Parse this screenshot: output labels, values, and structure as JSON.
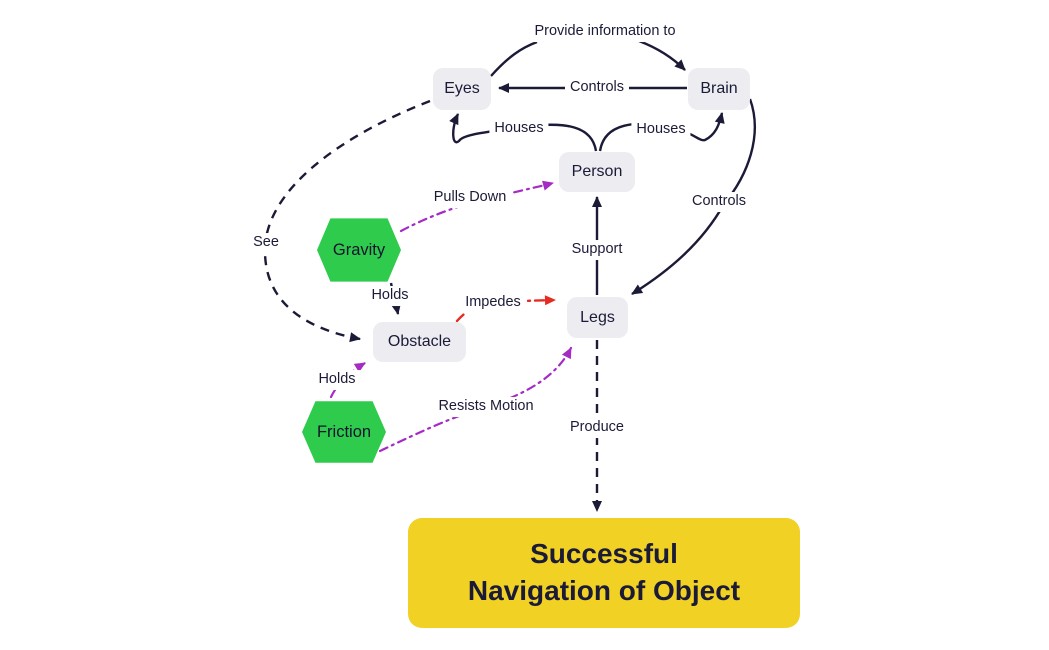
{
  "colors": {
    "ink": "#1b1b38",
    "node_fill": "#ececf1",
    "hexagon_fill": "#2fcb4d",
    "goal_fill": "#f0d124",
    "purple_edge": "#a42bc4",
    "red_edge": "#e62b22",
    "background": "#ffffff"
  },
  "nodes": {
    "eyes": {
      "label": "Eyes"
    },
    "brain": {
      "label": "Brain"
    },
    "person": {
      "label": "Person"
    },
    "legs": {
      "label": "Legs"
    },
    "obstacle": {
      "label": "Obstacle"
    },
    "gravity": {
      "label": "Gravity"
    },
    "friction": {
      "label": "Friction"
    },
    "goal": {
      "label_line1": "Successful",
      "label_line2": "Navigation of Object"
    }
  },
  "edges": {
    "provide_information": {
      "label": "Provide information to",
      "from": "Eyes",
      "to": "Brain",
      "style": "solid-navy"
    },
    "controls_eyes": {
      "label": "Controls",
      "from": "Brain",
      "to": "Eyes",
      "style": "solid-navy"
    },
    "houses_eyes": {
      "label": "Houses",
      "from": "Person",
      "to": "Eyes",
      "style": "solid-navy"
    },
    "houses_brain": {
      "label": "Houses",
      "from": "Person",
      "to": "Brain",
      "style": "solid-navy"
    },
    "controls_legs": {
      "label": "Controls",
      "from": "Brain",
      "to": "Legs",
      "style": "solid-navy"
    },
    "support": {
      "label": "Support",
      "from": "Legs",
      "to": "Person",
      "style": "solid-navy"
    },
    "pulls_down": {
      "label": "Pulls Down",
      "from": "Gravity",
      "to": "Person",
      "style": "dashdot-purple"
    },
    "see": {
      "label": "See",
      "from": "Eyes",
      "to": "Obstacle",
      "style": "dashed-navy"
    },
    "gravity_holds": {
      "label": "Holds",
      "from": "Gravity",
      "to": "Obstacle",
      "style": "solid-navy"
    },
    "impedes": {
      "label": "Impedes",
      "from": "Obstacle",
      "to": "Legs",
      "style": "dashdot-red"
    },
    "friction_holds": {
      "label": "Holds",
      "from": "Friction",
      "to": "Obstacle",
      "style": "dashdot-purple"
    },
    "resists_motion": {
      "label": "Resists Motion",
      "from": "Friction",
      "to": "Legs",
      "style": "dashdot-purple"
    },
    "produce": {
      "label": "Produce",
      "from": "Legs",
      "to": "Goal",
      "style": "dashed-navy"
    }
  }
}
